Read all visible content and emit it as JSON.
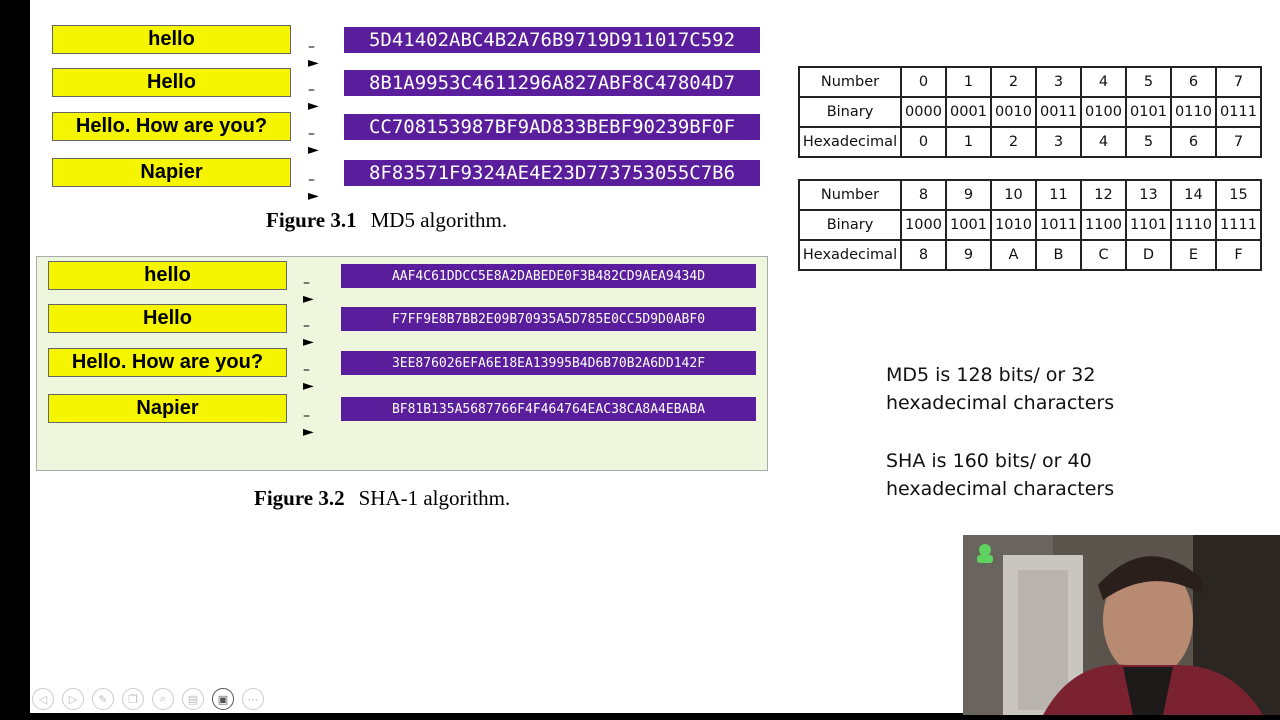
{
  "md5_figure": {
    "rows": [
      {
        "input": "hello",
        "hash": "5D41402ABC4B2A76B9719D911017C592"
      },
      {
        "input": "Hello",
        "hash": "8B1A9953C4611296A827ABF8C47804D7"
      },
      {
        "input": "Hello. How are you?",
        "hash": "CC708153987BF9AD833BEBF90239BF0F"
      },
      {
        "input": "Napier",
        "hash": "8F83571F9324AE4E23D773753055C7B6"
      }
    ],
    "arrow": "– ►",
    "caption_number": "Figure 3.1",
    "caption_text": "MD5 algorithm."
  },
  "sha1_figure": {
    "rows": [
      {
        "input": "hello",
        "hash": "AAF4C61DDCC5E8A2DABEDE0F3B482CD9AEA9434D"
      },
      {
        "input": "Hello",
        "hash": "F7FF9E8B7BB2E09B70935A5D785E0CC5D9D0ABF0"
      },
      {
        "input": "Hello. How are you?",
        "hash": "3EE876026EFA6E18EA13995B4D6B70B2A6DD142F"
      },
      {
        "input": "Napier",
        "hash": "BF81B135A5687766F4F464764EAC38CA8A4EBABA"
      }
    ],
    "arrow": "– ►",
    "caption_number": "Figure 3.2",
    "caption_text": "SHA-1 algorithm."
  },
  "hex_tables": [
    {
      "labels": [
        "Number",
        "Binary",
        "Hexadecimal"
      ],
      "numbers": [
        "0",
        "1",
        "2",
        "3",
        "4",
        "5",
        "6",
        "7"
      ],
      "binary": [
        "0000",
        "0001",
        "0010",
        "0011",
        "0100",
        "0101",
        "0110",
        "0111"
      ],
      "hex": [
        "0",
        "1",
        "2",
        "3",
        "4",
        "5",
        "6",
        "7"
      ]
    },
    {
      "labels": [
        "Number",
        "Binary",
        "Hexadecimal"
      ],
      "numbers": [
        "8",
        "9",
        "10",
        "11",
        "12",
        "13",
        "14",
        "15"
      ],
      "binary": [
        "1000",
        "1001",
        "1010",
        "1011",
        "1100",
        "1101",
        "1110",
        "1111"
      ],
      "hex": [
        "8",
        "9",
        "A",
        "B",
        "C",
        "D",
        "E",
        "F"
      ]
    }
  ],
  "notes": {
    "md5_line1": "MD5 is 128 bits/ or 32",
    "md5_line2": "hexadecimal characters",
    "sha_line1": "SHA is 160 bits/ or 40",
    "sha_line2": "hexadecimal characters"
  },
  "toolbar": {
    "icons": [
      "prev-icon",
      "next-icon",
      "pen-icon",
      "copy-icon",
      "zoom-icon",
      "subtitles-icon",
      "camera-icon",
      "more-icon"
    ]
  },
  "colors": {
    "input_box": "#f5f500",
    "hash_box": "#5a1d9c",
    "sha_panel": "#eef6de"
  }
}
